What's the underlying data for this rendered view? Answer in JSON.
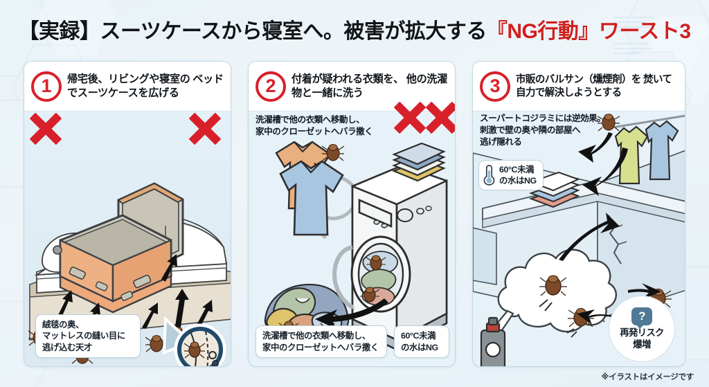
{
  "title": {
    "lead": "【実録】スーツケースから寝室へ。被害が拡大する",
    "highlight": "『NG行動』ワースト3",
    "highlight_color": "#d11f1f"
  },
  "panels": [
    {
      "number": "1",
      "heading": "帰宅後、リビングや寝室の\nベッドでスーツケースを広げる",
      "bubbles": [
        {
          "name": "carpet-hideout-bubble",
          "text": "絨毯の奥、\nマットレスの縫い目に\n逃げ込む天才"
        }
      ],
      "icons": [
        "red-x-mark",
        "red-x-mark",
        "magnifier-icon"
      ],
      "illustration": "open-suitcase-on-bed-with-bedbugs"
    },
    {
      "number": "2",
      "heading": "付着が疑われる衣類を、\n他の洗濯物と一緒に洗う",
      "overlay_text": "洗濯槽で他の衣類へ移動し、\n家中のクローゼットへバラ撒く",
      "bubbles": [
        {
          "name": "washing-spread-bubble",
          "text": "洗濯槽で他の衣類へ移動し、\n家中のクローゼットへバラ撒く"
        },
        {
          "name": "cold-water-ng-bubble",
          "text": "60°C未満\nの水はNG"
        }
      ],
      "icons": [
        "red-x-mark",
        "red-x-mark"
      ],
      "illustration": "washing-machine-with-laundry-pile-and-bedbugs"
    },
    {
      "number": "3",
      "heading": "市販のバルサン（燻煙剤）を\n焚いて自力で解決しようとする",
      "overlay_text": "スーパートコジラミには逆効果。\n刺激で壁の奥や隣の部屋へ\n逃げ隠れる",
      "thermo_text": "60°C未満\nの水はNG",
      "qbubble": {
        "line1": "再発リスク",
        "line2": "爆増",
        "mark": "?"
      },
      "icons": [
        "thermometer-icon",
        "question-mark-icon"
      ],
      "illustration": "fumigation-smoke-cloud-bedbugs-escaping"
    }
  ],
  "footnote": "※イラストはイメージです",
  "colors": {
    "accent_red": "#d8202a",
    "background": "#eaf3f7",
    "card_border": "#c3d8e4",
    "bubble_border": "#b9d0dd",
    "text_dark": "#11161b",
    "slate_blue": "#4f7994"
  }
}
